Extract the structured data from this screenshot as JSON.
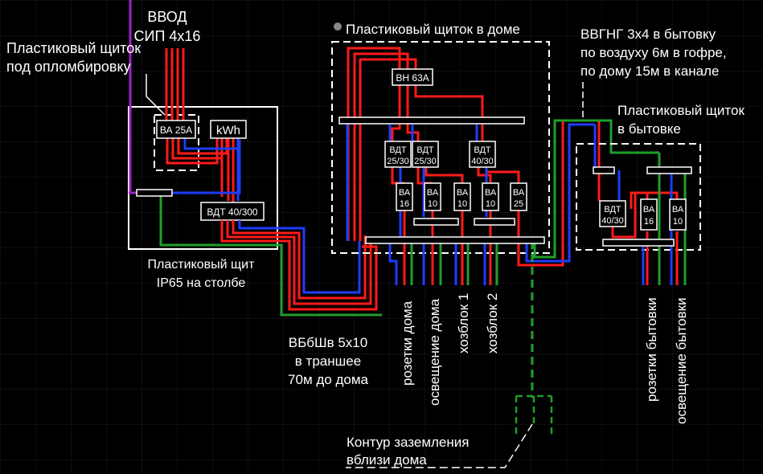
{
  "colors": {
    "background": "#000000",
    "grid": "#1c1c1c",
    "wire_phase": "#ff1a1a",
    "wire_neutral": "#1e3cff",
    "wire_ground": "#1f9e2a",
    "wire_purple": "#a020c8",
    "outline": "#ffffff",
    "text": "#ffffff"
  },
  "labels": {
    "input_title_1": "ВВОД",
    "input_title_2": "СИП 4х16",
    "seal_box_1": "Пластиковый щиток",
    "seal_box_2": "под опломбировку",
    "pole_box_1": "Пластиковый щит",
    "pole_box_2": "IP65 на столбе",
    "house_box": "Пластиковый щиток в доме",
    "cable_out_1": "ВВГНГ 3х4 в бытовку",
    "cable_out_2": "по воздуху 6м в гофре,",
    "cable_out_3": "по дому 15м в канале",
    "cabin_box_1": "Пластиковый щиток",
    "cabin_box_2": "в бытовке",
    "trench_1": "ВБбШв 5х10",
    "trench_2": "в траншее",
    "trench_3": "70м до дома",
    "ground_1": "Контур заземления",
    "ground_2": "вблизи дома"
  },
  "devices": {
    "pole_breaker": "ВА 25А",
    "meter": "kWh",
    "pole_rcd": "ВДТ 40/300",
    "house_switch": "ВН 63А",
    "house_rcd_1_a": "ВДТ",
    "house_rcd_1_b": "25/30",
    "house_rcd_2_a": "ВДТ",
    "house_rcd_2_b": "25/30",
    "house_rcd_3_a": "ВДТ",
    "house_rcd_3_b": "40/30",
    "house_ba_1_a": "ВА",
    "house_ba_1_b": "16",
    "house_ba_2_a": "ВА",
    "house_ba_2_b": "10",
    "house_ba_3_a": "ВА",
    "house_ba_3_b": "10",
    "house_ba_4_a": "ВА",
    "house_ba_4_b": "10",
    "house_ba_5_a": "ВА",
    "house_ba_5_b": "25",
    "cabin_rcd_a": "ВДТ",
    "cabin_rcd_b": "40/30",
    "cabin_ba_1_a": "ВА",
    "cabin_ba_1_b": "16",
    "cabin_ba_2_a": "ВА",
    "cabin_ba_2_b": "10"
  },
  "outputs": {
    "house_sockets": "розетки дома",
    "house_light": "освещение дома",
    "shed_1": "хозблок 1",
    "shed_2": "хозблок 2",
    "cabin_sockets": "розетки бытовки",
    "cabin_light": "освещение бытовки"
  }
}
